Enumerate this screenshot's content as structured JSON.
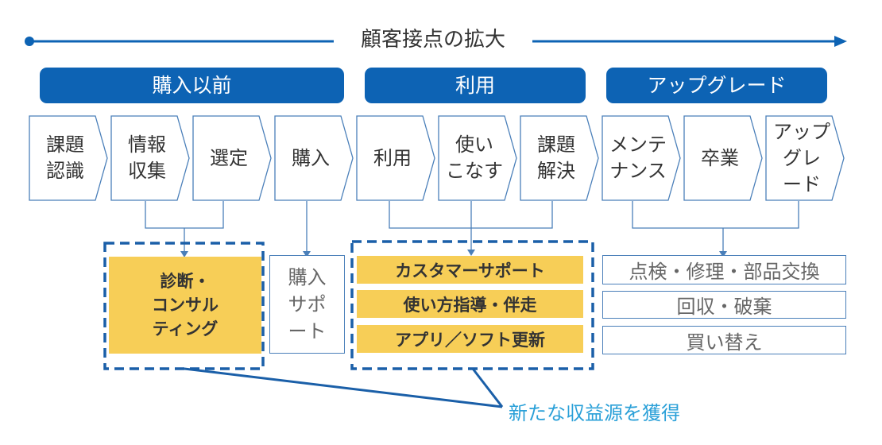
{
  "axis_label": "顧客接点の拡大",
  "phases": [
    {
      "label": "購入以前"
    },
    {
      "label": "利用"
    },
    {
      "label": "アップグレード"
    }
  ],
  "steps": [
    {
      "lines": [
        "課題",
        "認識"
      ]
    },
    {
      "lines": [
        "情報",
        "収集"
      ]
    },
    {
      "lines": [
        "選定"
      ]
    },
    {
      "lines": [
        "購入"
      ]
    },
    {
      "lines": [
        "利用"
      ]
    },
    {
      "lines": [
        "使い",
        "こなす"
      ]
    },
    {
      "lines": [
        "課題",
        "解決"
      ]
    },
    {
      "lines": [
        "メンテ",
        "ナンス"
      ]
    },
    {
      "lines": [
        "卒業"
      ]
    },
    {
      "lines": [
        "アップ",
        "グレ",
        "ード"
      ]
    }
  ],
  "services": {
    "consulting": {
      "lines": [
        "診断・",
        "コンサル",
        "ティング"
      ]
    },
    "purchase_support": {
      "lines": [
        "購入",
        "サポ",
        "ート"
      ]
    },
    "usage": [
      "カスタマーサポート",
      "使い方指導・伴走",
      "アプリ／ソフト更新"
    ],
    "upgrade": [
      "点検・修理・部品交換",
      "回収・破棄",
      "買い替え"
    ]
  },
  "new_revenue_label": "新たな収益源を獲得",
  "colors": {
    "primary_blue": "#0d63b4",
    "line_blue": "#1a5fa8",
    "yellow": "#f7ce57",
    "light_blue_text": "#2aa0d8",
    "outline": "#4a7fb9"
  }
}
